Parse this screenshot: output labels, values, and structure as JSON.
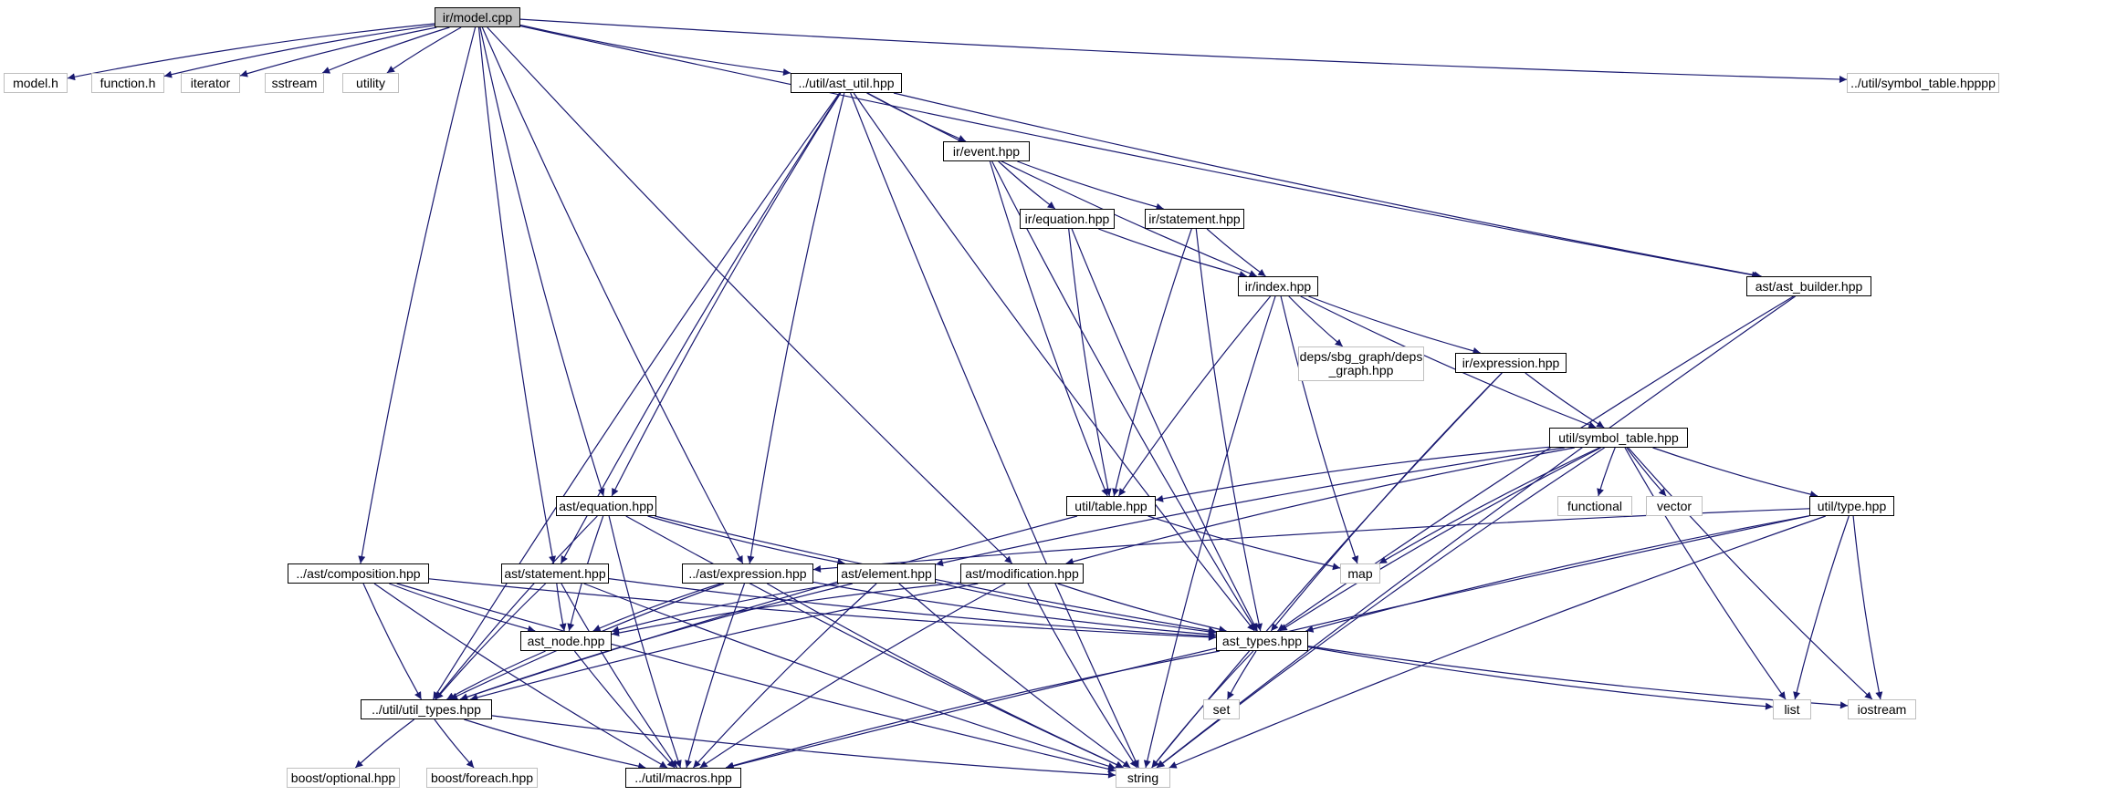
{
  "colors": {
    "edge": "#191970",
    "local_border": "#000000",
    "system_border": "#bfbfbf",
    "root_fill": "#bfbfbf",
    "background": "#ffffff"
  },
  "nodes": [
    {
      "id": "model_cpp",
      "label": "ir/model.cpp",
      "kind": "root"
    },
    {
      "id": "model_h",
      "label": "model.h",
      "kind": "system"
    },
    {
      "id": "function_h",
      "label": "function.h",
      "kind": "system"
    },
    {
      "id": "iterator",
      "label": "iterator",
      "kind": "system"
    },
    {
      "id": "sstream",
      "label": "sstream",
      "kind": "system"
    },
    {
      "id": "utility",
      "label": "utility",
      "kind": "system"
    },
    {
      "id": "ast_util",
      "label": "../util/ast_util.hpp",
      "kind": "local"
    },
    {
      "id": "symbol_table_hpppp",
      "label": "../util/symbol_table.hpppp",
      "kind": "system"
    },
    {
      "id": "event",
      "label": "ir/event.hpp",
      "kind": "local"
    },
    {
      "id": "equation_ir",
      "label": "ir/equation.hpp",
      "kind": "local"
    },
    {
      "id": "statement_ir",
      "label": "ir/statement.hpp",
      "kind": "local"
    },
    {
      "id": "index",
      "label": "ir/index.hpp",
      "kind": "local"
    },
    {
      "id": "ast_builder",
      "label": "ast/ast_builder.hpp",
      "kind": "local"
    },
    {
      "id": "deps_graph",
      "label": "deps/sbg_graph/deps\n_graph.hpp",
      "kind": "system"
    },
    {
      "id": "expression_ir",
      "label": "ir/expression.hpp",
      "kind": "local"
    },
    {
      "id": "symbol_table",
      "label": "util/symbol_table.hpp",
      "kind": "local"
    },
    {
      "id": "ast_equation",
      "label": "ast/equation.hpp",
      "kind": "local"
    },
    {
      "id": "util_table",
      "label": "util/table.hpp",
      "kind": "local"
    },
    {
      "id": "functional",
      "label": "functional",
      "kind": "system"
    },
    {
      "id": "vector",
      "label": "vector",
      "kind": "system"
    },
    {
      "id": "util_type",
      "label": "util/type.hpp",
      "kind": "local"
    },
    {
      "id": "ast_composition",
      "label": "../ast/composition.hpp",
      "kind": "local"
    },
    {
      "id": "ast_statement",
      "label": "ast/statement.hpp",
      "kind": "local"
    },
    {
      "id": "ast_expression",
      "label": "../ast/expression.hpp",
      "kind": "local"
    },
    {
      "id": "ast_element",
      "label": "ast/element.hpp",
      "kind": "local"
    },
    {
      "id": "ast_modification",
      "label": "ast/modification.hpp",
      "kind": "local"
    },
    {
      "id": "map",
      "label": "map",
      "kind": "system"
    },
    {
      "id": "ast_node",
      "label": "ast_node.hpp",
      "kind": "local"
    },
    {
      "id": "ast_types",
      "label": "ast_types.hpp",
      "kind": "local"
    },
    {
      "id": "util_types",
      "label": "../util/util_types.hpp",
      "kind": "local"
    },
    {
      "id": "set",
      "label": "set",
      "kind": "system"
    },
    {
      "id": "list",
      "label": "list",
      "kind": "system"
    },
    {
      "id": "iostream",
      "label": "iostream",
      "kind": "system"
    },
    {
      "id": "boost_optional",
      "label": "boost/optional.hpp",
      "kind": "system"
    },
    {
      "id": "boost_foreach",
      "label": "boost/foreach.hpp",
      "kind": "system"
    },
    {
      "id": "macros",
      "label": "../util/macros.hpp",
      "kind": "local"
    },
    {
      "id": "string",
      "label": "string",
      "kind": "system"
    }
  ],
  "edges": [
    [
      "model_cpp",
      "model_h"
    ],
    [
      "model_cpp",
      "function_h"
    ],
    [
      "model_cpp",
      "iterator"
    ],
    [
      "model_cpp",
      "sstream"
    ],
    [
      "model_cpp",
      "utility"
    ],
    [
      "model_cpp",
      "ast_util"
    ],
    [
      "model_cpp",
      "symbol_table_hpppp"
    ],
    [
      "model_cpp",
      "ast_builder"
    ],
    [
      "model_cpp",
      "ast_equation"
    ],
    [
      "model_cpp",
      "ast_composition"
    ],
    [
      "model_cpp",
      "ast_statement"
    ],
    [
      "model_cpp",
      "ast_expression"
    ],
    [
      "model_cpp",
      "ast_modification"
    ],
    [
      "ast_util",
      "event"
    ],
    [
      "ast_util",
      "index"
    ],
    [
      "ast_util",
      "ast_builder"
    ],
    [
      "ast_util",
      "ast_equation"
    ],
    [
      "ast_util",
      "ast_statement"
    ],
    [
      "ast_util",
      "ast_expression"
    ],
    [
      "ast_util",
      "util_types"
    ],
    [
      "ast_util",
      "ast_types"
    ],
    [
      "ast_util",
      "string"
    ],
    [
      "event",
      "equation_ir"
    ],
    [
      "event",
      "statement_ir"
    ],
    [
      "event",
      "util_table"
    ],
    [
      "event",
      "ast_types"
    ],
    [
      "equation_ir",
      "index"
    ],
    [
      "equation_ir",
      "util_table"
    ],
    [
      "equation_ir",
      "ast_types"
    ],
    [
      "statement_ir",
      "index"
    ],
    [
      "statement_ir",
      "util_table"
    ],
    [
      "statement_ir",
      "ast_types"
    ],
    [
      "index",
      "deps_graph"
    ],
    [
      "index",
      "expression_ir"
    ],
    [
      "index",
      "symbol_table"
    ],
    [
      "index",
      "util_table"
    ],
    [
      "index",
      "map"
    ],
    [
      "index",
      "string"
    ],
    [
      "ast_builder",
      "ast_types"
    ],
    [
      "ast_builder",
      "string"
    ],
    [
      "expression_ir",
      "symbol_table"
    ],
    [
      "expression_ir",
      "ast_types"
    ],
    [
      "expression_ir",
      "string"
    ],
    [
      "symbol_table",
      "util_table"
    ],
    [
      "symbol_table",
      "functional"
    ],
    [
      "symbol_table",
      "vector"
    ],
    [
      "symbol_table",
      "util_type"
    ],
    [
      "symbol_table",
      "map"
    ],
    [
      "symbol_table",
      "ast_types"
    ],
    [
      "symbol_table",
      "ast_element"
    ],
    [
      "symbol_table",
      "ast_modification"
    ],
    [
      "symbol_table",
      "list"
    ],
    [
      "symbol_table",
      "iostream"
    ],
    [
      "symbol_table",
      "string"
    ],
    [
      "util_table",
      "map"
    ],
    [
      "util_table",
      "util_types"
    ],
    [
      "util_type",
      "ast_expression"
    ],
    [
      "util_type",
      "ast_types"
    ],
    [
      "util_type",
      "list"
    ],
    [
      "util_type",
      "iostream"
    ],
    [
      "util_type",
      "string"
    ],
    [
      "util_type",
      "macros"
    ],
    [
      "ast_equation",
      "ast_element"
    ],
    [
      "ast_equation",
      "ast_node"
    ],
    [
      "ast_equation",
      "ast_types"
    ],
    [
      "ast_equation",
      "util_types"
    ],
    [
      "ast_equation",
      "macros"
    ],
    [
      "ast_equation",
      "string"
    ],
    [
      "ast_composition",
      "ast_node"
    ],
    [
      "ast_composition",
      "util_types"
    ],
    [
      "ast_composition",
      "macros"
    ],
    [
      "ast_composition",
      "string"
    ],
    [
      "ast_composition",
      "ast_types"
    ],
    [
      "ast_statement",
      "ast_node"
    ],
    [
      "ast_statement",
      "util_types"
    ],
    [
      "ast_statement",
      "macros"
    ],
    [
      "ast_statement",
      "string"
    ],
    [
      "ast_statement",
      "ast_types"
    ],
    [
      "ast_expression",
      "ast_node"
    ],
    [
      "ast_expression",
      "util_types"
    ],
    [
      "ast_expression",
      "macros"
    ],
    [
      "ast_expression",
      "string"
    ],
    [
      "ast_expression",
      "ast_types"
    ],
    [
      "ast_element",
      "ast_node"
    ],
    [
      "ast_element",
      "util_types"
    ],
    [
      "ast_element",
      "macros"
    ],
    [
      "ast_element",
      "string"
    ],
    [
      "ast_element",
      "ast_types"
    ],
    [
      "ast_modification",
      "ast_node"
    ],
    [
      "ast_modification",
      "util_types"
    ],
    [
      "ast_modification",
      "macros"
    ],
    [
      "ast_modification",
      "string"
    ],
    [
      "ast_modification",
      "ast_types"
    ],
    [
      "ast_node",
      "util_types"
    ],
    [
      "ast_node",
      "macros"
    ],
    [
      "ast_types",
      "set"
    ],
    [
      "ast_types",
      "list"
    ],
    [
      "ast_types",
      "iostream"
    ],
    [
      "ast_types",
      "string"
    ],
    [
      "ast_types",
      "macros"
    ],
    [
      "util_types",
      "boost_optional"
    ],
    [
      "util_types",
      "boost_foreach"
    ],
    [
      "util_types",
      "macros"
    ],
    [
      "util_types",
      "string"
    ]
  ]
}
